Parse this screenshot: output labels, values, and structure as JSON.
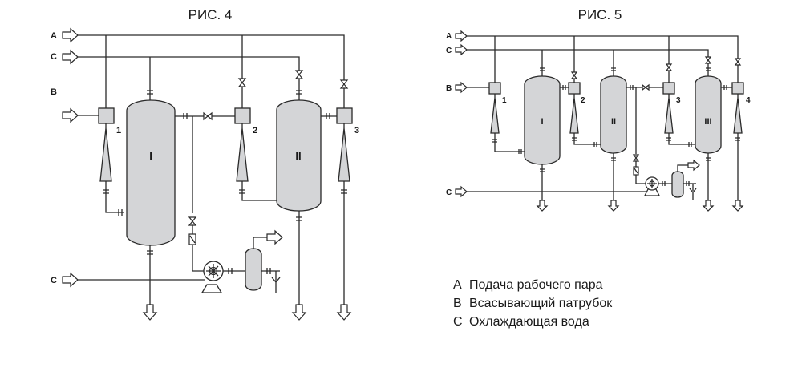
{
  "figure4": {
    "title": "РИС. 4",
    "inputs": {
      "a": "A",
      "c": "C",
      "b": "B",
      "c_bottom": "C"
    },
    "ejectors": [
      "1",
      "2",
      "3"
    ],
    "vessels": [
      "I",
      "II"
    ]
  },
  "figure5": {
    "title": "РИС. 5",
    "inputs": {
      "a": "A",
      "c": "C",
      "b": "B",
      "c_bottom": "C"
    },
    "ejectors": [
      "1",
      "2",
      "3",
      "4"
    ],
    "vessels": [
      "I",
      "II",
      "III"
    ]
  },
  "legend": [
    {
      "key": "A",
      "text": "Подача рабочего пара"
    },
    {
      "key": "B",
      "text": "Всасывающий патрубок"
    },
    {
      "key": "C",
      "text": "Охлаждающая вода"
    }
  ]
}
